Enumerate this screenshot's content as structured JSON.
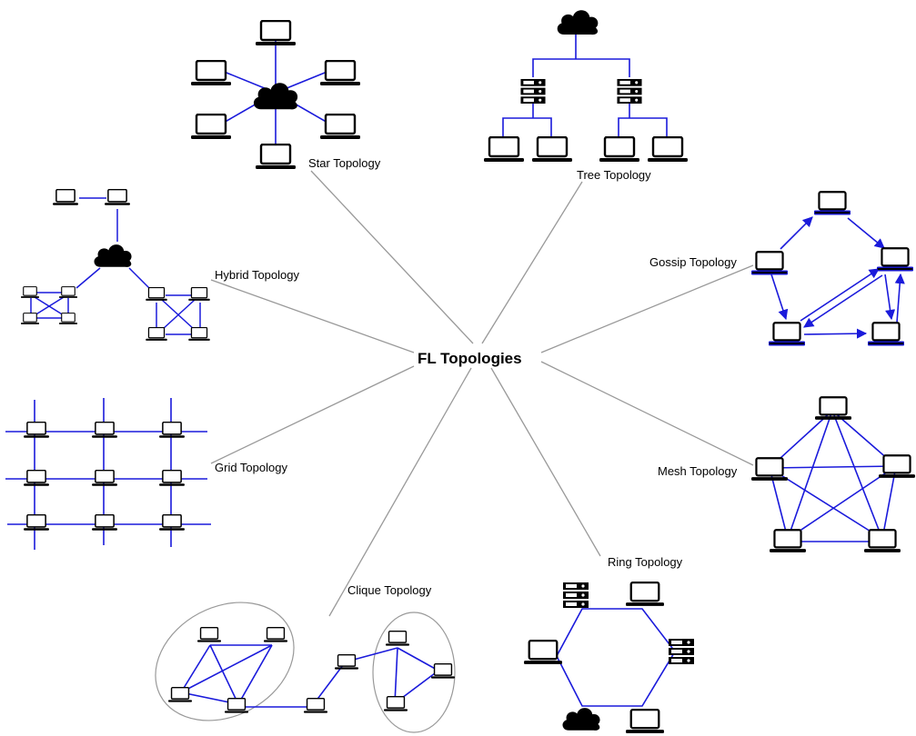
{
  "center_title": "FL Topologies",
  "labels": {
    "star": "Star Topology",
    "tree": "Tree Topology",
    "hybrid": "Hybrid Topology",
    "gossip": "Gossip Topology",
    "grid": "Grid Topology",
    "mesh": "Mesh Topology",
    "clique": "Clique Topology",
    "ring": "Ring Topology"
  },
  "colors": {
    "link": "#1a1adb",
    "connector": "#999999",
    "device": "#000000",
    "clique_outline": "#999999"
  },
  "icons": {
    "client": "laptop-icon",
    "aggregator": "cloud-icon",
    "server": "server-rack-icon"
  },
  "relations": [
    {
      "from": "FL Topologies",
      "to": "Star Topology"
    },
    {
      "from": "FL Topologies",
      "to": "Tree Topology"
    },
    {
      "from": "FL Topologies",
      "to": "Hybrid Topology"
    },
    {
      "from": "FL Topologies",
      "to": "Gossip Topology"
    },
    {
      "from": "FL Topologies",
      "to": "Grid Topology"
    },
    {
      "from": "FL Topologies",
      "to": "Mesh Topology"
    },
    {
      "from": "FL Topologies",
      "to": "Clique Topology"
    },
    {
      "from": "FL Topologies",
      "to": "Ring Topology"
    }
  ]
}
